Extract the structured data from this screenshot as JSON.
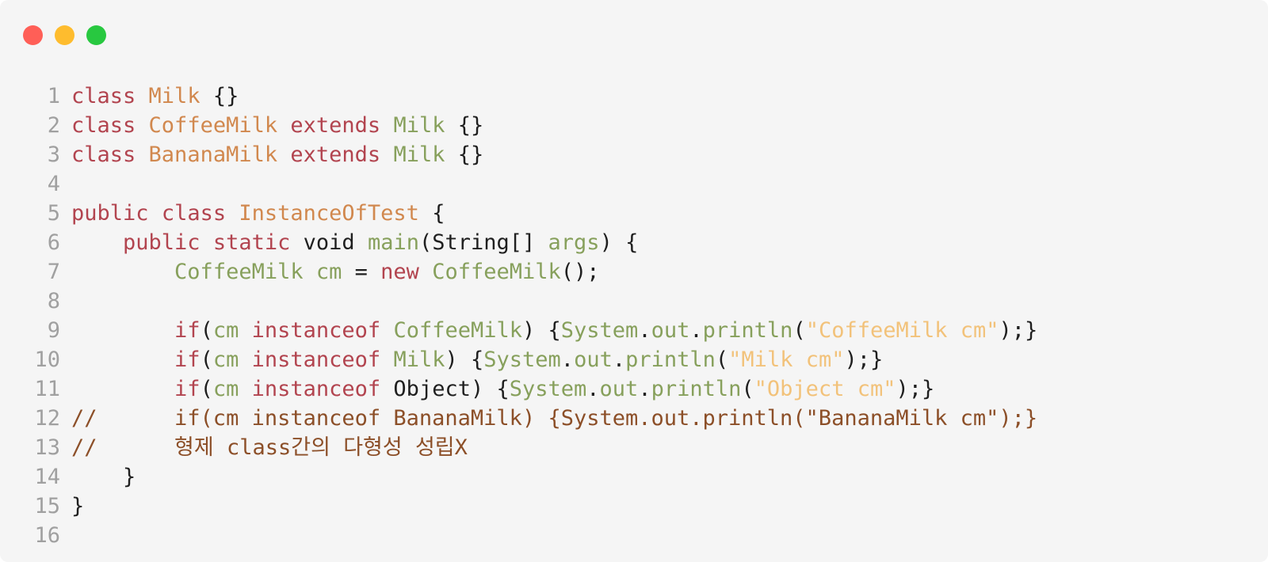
{
  "window": {
    "title_buttons": [
      "close",
      "minimize",
      "zoom"
    ]
  },
  "code": {
    "lines": [
      {
        "n": "1",
        "tokens": [
          [
            "kw",
            "class"
          ],
          [
            "pl",
            " "
          ],
          [
            "ty",
            "Milk"
          ],
          [
            "pl",
            " {}"
          ]
        ]
      },
      {
        "n": "2",
        "tokens": [
          [
            "kw",
            "class"
          ],
          [
            "pl",
            " "
          ],
          [
            "ty",
            "CoffeeMilk"
          ],
          [
            "pl",
            " "
          ],
          [
            "kw",
            "extends"
          ],
          [
            "pl",
            " "
          ],
          [
            "cl",
            "Milk"
          ],
          [
            "pl",
            " {}"
          ]
        ]
      },
      {
        "n": "3",
        "tokens": [
          [
            "kw",
            "class"
          ],
          [
            "pl",
            " "
          ],
          [
            "ty",
            "BananaMilk"
          ],
          [
            "pl",
            " "
          ],
          [
            "kw",
            "extends"
          ],
          [
            "pl",
            " "
          ],
          [
            "cl",
            "Milk"
          ],
          [
            "pl",
            " {}"
          ]
        ]
      },
      {
        "n": "4",
        "tokens": []
      },
      {
        "n": "5",
        "tokens": [
          [
            "kw",
            "public"
          ],
          [
            "pl",
            " "
          ],
          [
            "kw",
            "class"
          ],
          [
            "pl",
            " "
          ],
          [
            "ty",
            "InstanceOfTest"
          ],
          [
            "pl",
            " {"
          ]
        ]
      },
      {
        "n": "6",
        "tokens": [
          [
            "pl",
            "    "
          ],
          [
            "kw",
            "public"
          ],
          [
            "pl",
            " "
          ],
          [
            "kw",
            "static"
          ],
          [
            "pl",
            " void "
          ],
          [
            "cl",
            "main"
          ],
          [
            "pl",
            "(String[] "
          ],
          [
            "cl",
            "args"
          ],
          [
            "pl",
            ") {"
          ]
        ]
      },
      {
        "n": "7",
        "tokens": [
          [
            "pl",
            "        "
          ],
          [
            "cl",
            "CoffeeMilk"
          ],
          [
            "pl",
            " "
          ],
          [
            "cl",
            "cm"
          ],
          [
            "pl",
            " = "
          ],
          [
            "kw",
            "new"
          ],
          [
            "pl",
            " "
          ],
          [
            "cl",
            "CoffeeMilk"
          ],
          [
            "pl",
            "();"
          ]
        ]
      },
      {
        "n": "8",
        "tokens": []
      },
      {
        "n": "9",
        "tokens": [
          [
            "pl",
            "        "
          ],
          [
            "kw",
            "if"
          ],
          [
            "pl",
            "("
          ],
          [
            "cl",
            "cm"
          ],
          [
            "pl",
            " "
          ],
          [
            "kw",
            "instanceof"
          ],
          [
            "pl",
            " "
          ],
          [
            "cl",
            "CoffeeMilk"
          ],
          [
            "pl",
            ") {"
          ],
          [
            "cl",
            "System"
          ],
          [
            "pl",
            "."
          ],
          [
            "cl",
            "out"
          ],
          [
            "pl",
            "."
          ],
          [
            "cl",
            "println"
          ],
          [
            "pl",
            "("
          ],
          [
            "st",
            "\"CoffeeMilk cm\""
          ],
          [
            "pl",
            ");}"
          ]
        ]
      },
      {
        "n": "10",
        "tokens": [
          [
            "pl",
            "        "
          ],
          [
            "kw",
            "if"
          ],
          [
            "pl",
            "("
          ],
          [
            "cl",
            "cm"
          ],
          [
            "pl",
            " "
          ],
          [
            "kw",
            "instanceof"
          ],
          [
            "pl",
            " "
          ],
          [
            "cl",
            "Milk"
          ],
          [
            "pl",
            ") {"
          ],
          [
            "cl",
            "System"
          ],
          [
            "pl",
            "."
          ],
          [
            "cl",
            "out"
          ],
          [
            "pl",
            "."
          ],
          [
            "cl",
            "println"
          ],
          [
            "pl",
            "("
          ],
          [
            "st",
            "\"Milk cm\""
          ],
          [
            "pl",
            ");}"
          ]
        ]
      },
      {
        "n": "11",
        "tokens": [
          [
            "pl",
            "        "
          ],
          [
            "kw",
            "if"
          ],
          [
            "pl",
            "("
          ],
          [
            "cl",
            "cm"
          ],
          [
            "pl",
            " "
          ],
          [
            "kw",
            "instanceof"
          ],
          [
            "pl",
            " Object) {"
          ],
          [
            "cl",
            "System"
          ],
          [
            "pl",
            "."
          ],
          [
            "cl",
            "out"
          ],
          [
            "pl",
            "."
          ],
          [
            "cl",
            "println"
          ],
          [
            "pl",
            "("
          ],
          [
            "st",
            "\"Object cm\""
          ],
          [
            "pl",
            ");}"
          ]
        ]
      },
      {
        "n": "12",
        "tokens": [
          [
            "cm",
            "//      if(cm instanceof BananaMilk) {System.out.println(\"BananaMilk cm\");}"
          ]
        ]
      },
      {
        "n": "13",
        "tokens": [
          [
            "cm",
            "//      형제 class간의 다형성 성립X"
          ]
        ]
      },
      {
        "n": "14",
        "tokens": [
          [
            "pl",
            "    }"
          ]
        ]
      },
      {
        "n": "15",
        "tokens": [
          [
            "pl",
            "}"
          ]
        ]
      },
      {
        "n": "16",
        "tokens": []
      }
    ]
  },
  "colors": {
    "keyword": "#b2444f",
    "type": "#d1884e",
    "identifier": "#87a05c",
    "string": "#f2c27a",
    "comment": "#8c4f28",
    "plain": "#1f1f1f",
    "line_number": "#a0a0a0",
    "background": "#f5f5f5"
  }
}
